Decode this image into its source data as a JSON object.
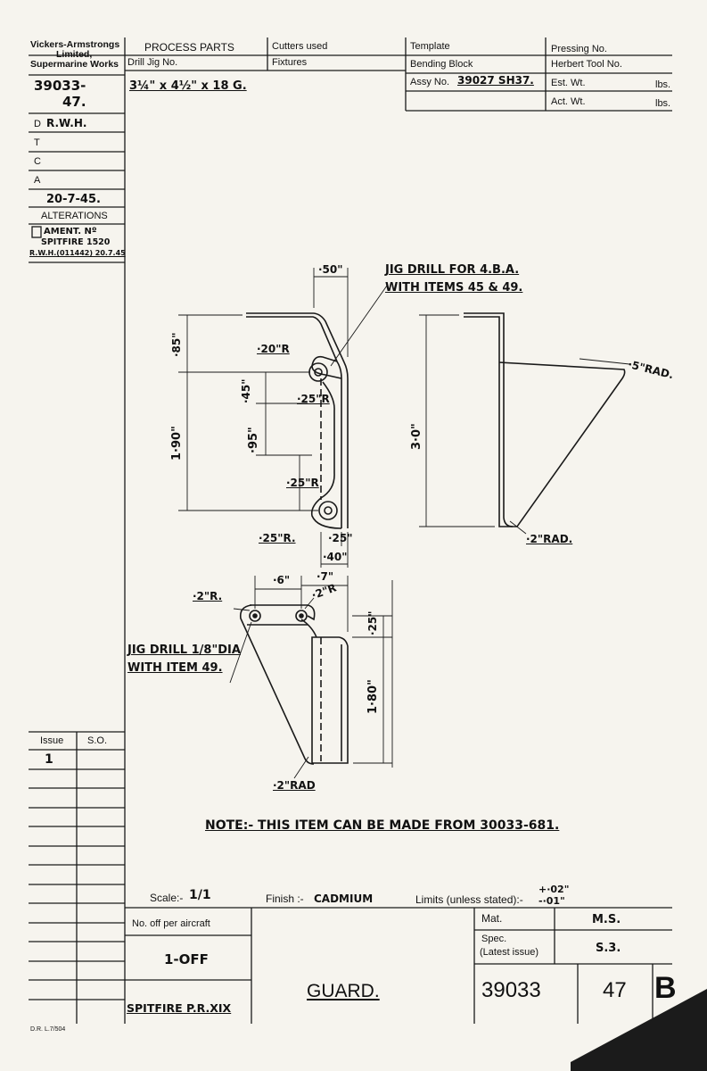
{
  "company": {
    "line1": "Vickers-Armstrongs",
    "line2": "Limited,",
    "line3": "Supermarine Works"
  },
  "header": {
    "process_parts": "PROCESS PARTS",
    "drill_jig": "Drill Jig No.",
    "cutters": "Cutters used",
    "fixtures": "Fixtures",
    "template": "Template",
    "bending_block": "Bending Block",
    "assy_label": "Assy No.",
    "assy_value": "39027 SH37.",
    "pressing": "Pressing No.",
    "herbert": "Herbert Tool No.",
    "est_wt": "Est. Wt.",
    "act_wt": "Act. Wt.",
    "lbs1": "lbs.",
    "lbs2": "lbs.",
    "material_size": "3¼\" x 4½\" x 18 G."
  },
  "left_column": {
    "drawing_no_a": "39033-",
    "drawing_no_b": "47.",
    "d": "D",
    "d_value": "R.W.H.",
    "t": "T",
    "c": "C",
    "a": "A",
    "date": "20-7-45.",
    "alterations": "ALTERATIONS",
    "amend": "AMENT. Nº",
    "amend_ref": "SPITFIRE 1520",
    "amend_sign": "R.W.H.(011442) 20.7.45",
    "issue": "Issue",
    "so": "S.O.",
    "issue_value": "1",
    "form_no": "D.R. L.7/504"
  },
  "drawing": {
    "note_jig_1_a": "JIG DRILL FOR 4.B.A.",
    "note_jig_1_b": "WITH ITEMS 45 & 49.",
    "note_jig_2_a": "JIG DRILL 1/8\"DIA",
    "note_jig_2_b": "WITH ITEM 49.",
    "d_50": "·50\"",
    "d_85": "·85\"",
    "d_20r": "·20\"R",
    "d_45": "·45\"",
    "d_25r_a": "·25\"R",
    "d_95": "·95\"",
    "d_190": "1·90\"",
    "d_25r_b": "·25\"R",
    "d_25r_c": "·25\"R.",
    "d_25": "·25\"",
    "d_40": "·40\"",
    "d_30": "3·0\"",
    "d_5rad": "·5\"RAD.",
    "d_2rad_a": "·2\"RAD.",
    "d_6": "·6\"",
    "d_7": "·7\"",
    "d_2r_a": "·2\"R.",
    "d_2r_b": "·2\"R",
    "d_25_b": "·25\"",
    "d_180": "1·80\"",
    "d_2rad_b": "·2\"RAD",
    "note": "NOTE:- THIS ITEM CAN BE MADE FROM 30033-681."
  },
  "footer": {
    "scale_label": "Scale:-",
    "scale_value": "1/1",
    "finish_label": "Finish :-",
    "finish_value": "CADMIUM",
    "limits_label": "Limits (unless stated):-",
    "limits_plus": "+·02\"",
    "limits_minus": "-·01\"",
    "no_off": "No. off per aircraft",
    "off_value": "1-OFF",
    "aircraft": "SPITFIRE P.R.XIX",
    "title": "GUARD.",
    "mat_label": "Mat.",
    "mat_value": "M.S.",
    "spec_label": "Spec.",
    "spec_sub": "(Latest issue)",
    "spec_value": "S.3.",
    "drawing_no": "39033",
    "item_no": "47",
    "issue_letter": "B"
  }
}
